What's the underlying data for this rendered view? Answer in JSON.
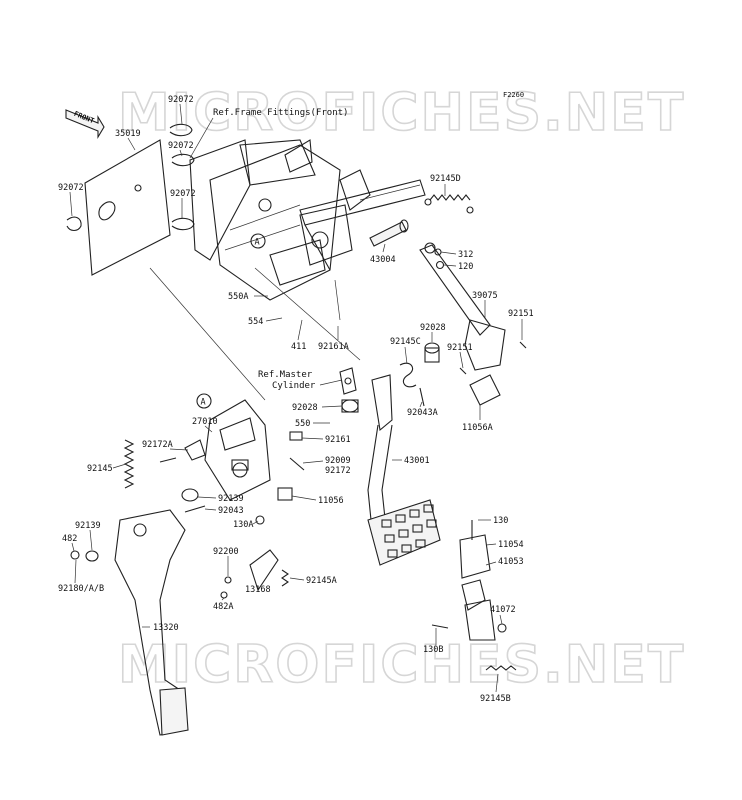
{
  "diagram_code": "F2260",
  "watermark": "MICROFICHES.NET",
  "front_arrow_label": "FRONT",
  "references": {
    "frame_fittings": "Ref.Frame Fittings(Front)",
    "master_cylinder_line1": "Ref.Master",
    "master_cylinder_line2": "Cylinder"
  },
  "callout_letter": "A",
  "part_labels": {
    "p92072_a": "92072",
    "p35019": "35019",
    "p92072_b": "92072",
    "p92072_c": "92072",
    "p92072_d": "92072",
    "p92145D": "92145D",
    "p312": "312",
    "p120": "120",
    "p43004": "43004",
    "p550A": "550A",
    "p554": "554",
    "p411": "411",
    "p92161A": "92161A",
    "p39075": "39075",
    "p92028_a": "92028",
    "p92151_a": "92151",
    "p92145C": "92145C",
    "p92151_b": "92151",
    "p92028_b": "92028",
    "p92043A": "92043A",
    "p11056A": "11056A",
    "p550": "550",
    "p27010": "27010",
    "p92172A": "92172A",
    "p92161": "92161",
    "p92145": "92145",
    "p92009": "92009",
    "p92172": "92172",
    "p43001": "43001",
    "p92139_a": "92139",
    "p92043": "92043",
    "p11056": "11056",
    "p130A": "130A",
    "p92139_b": "92139",
    "p482": "482",
    "p130": "130",
    "p92200": "92200",
    "p11054": "11054",
    "p92145A": "92145A",
    "p41053": "41053",
    "p92180": "92180/A/B",
    "p13168": "13168",
    "p482A": "482A",
    "p41072": "41072",
    "p13320": "13320",
    "p130B": "130B",
    "p92145B": "92145B"
  }
}
